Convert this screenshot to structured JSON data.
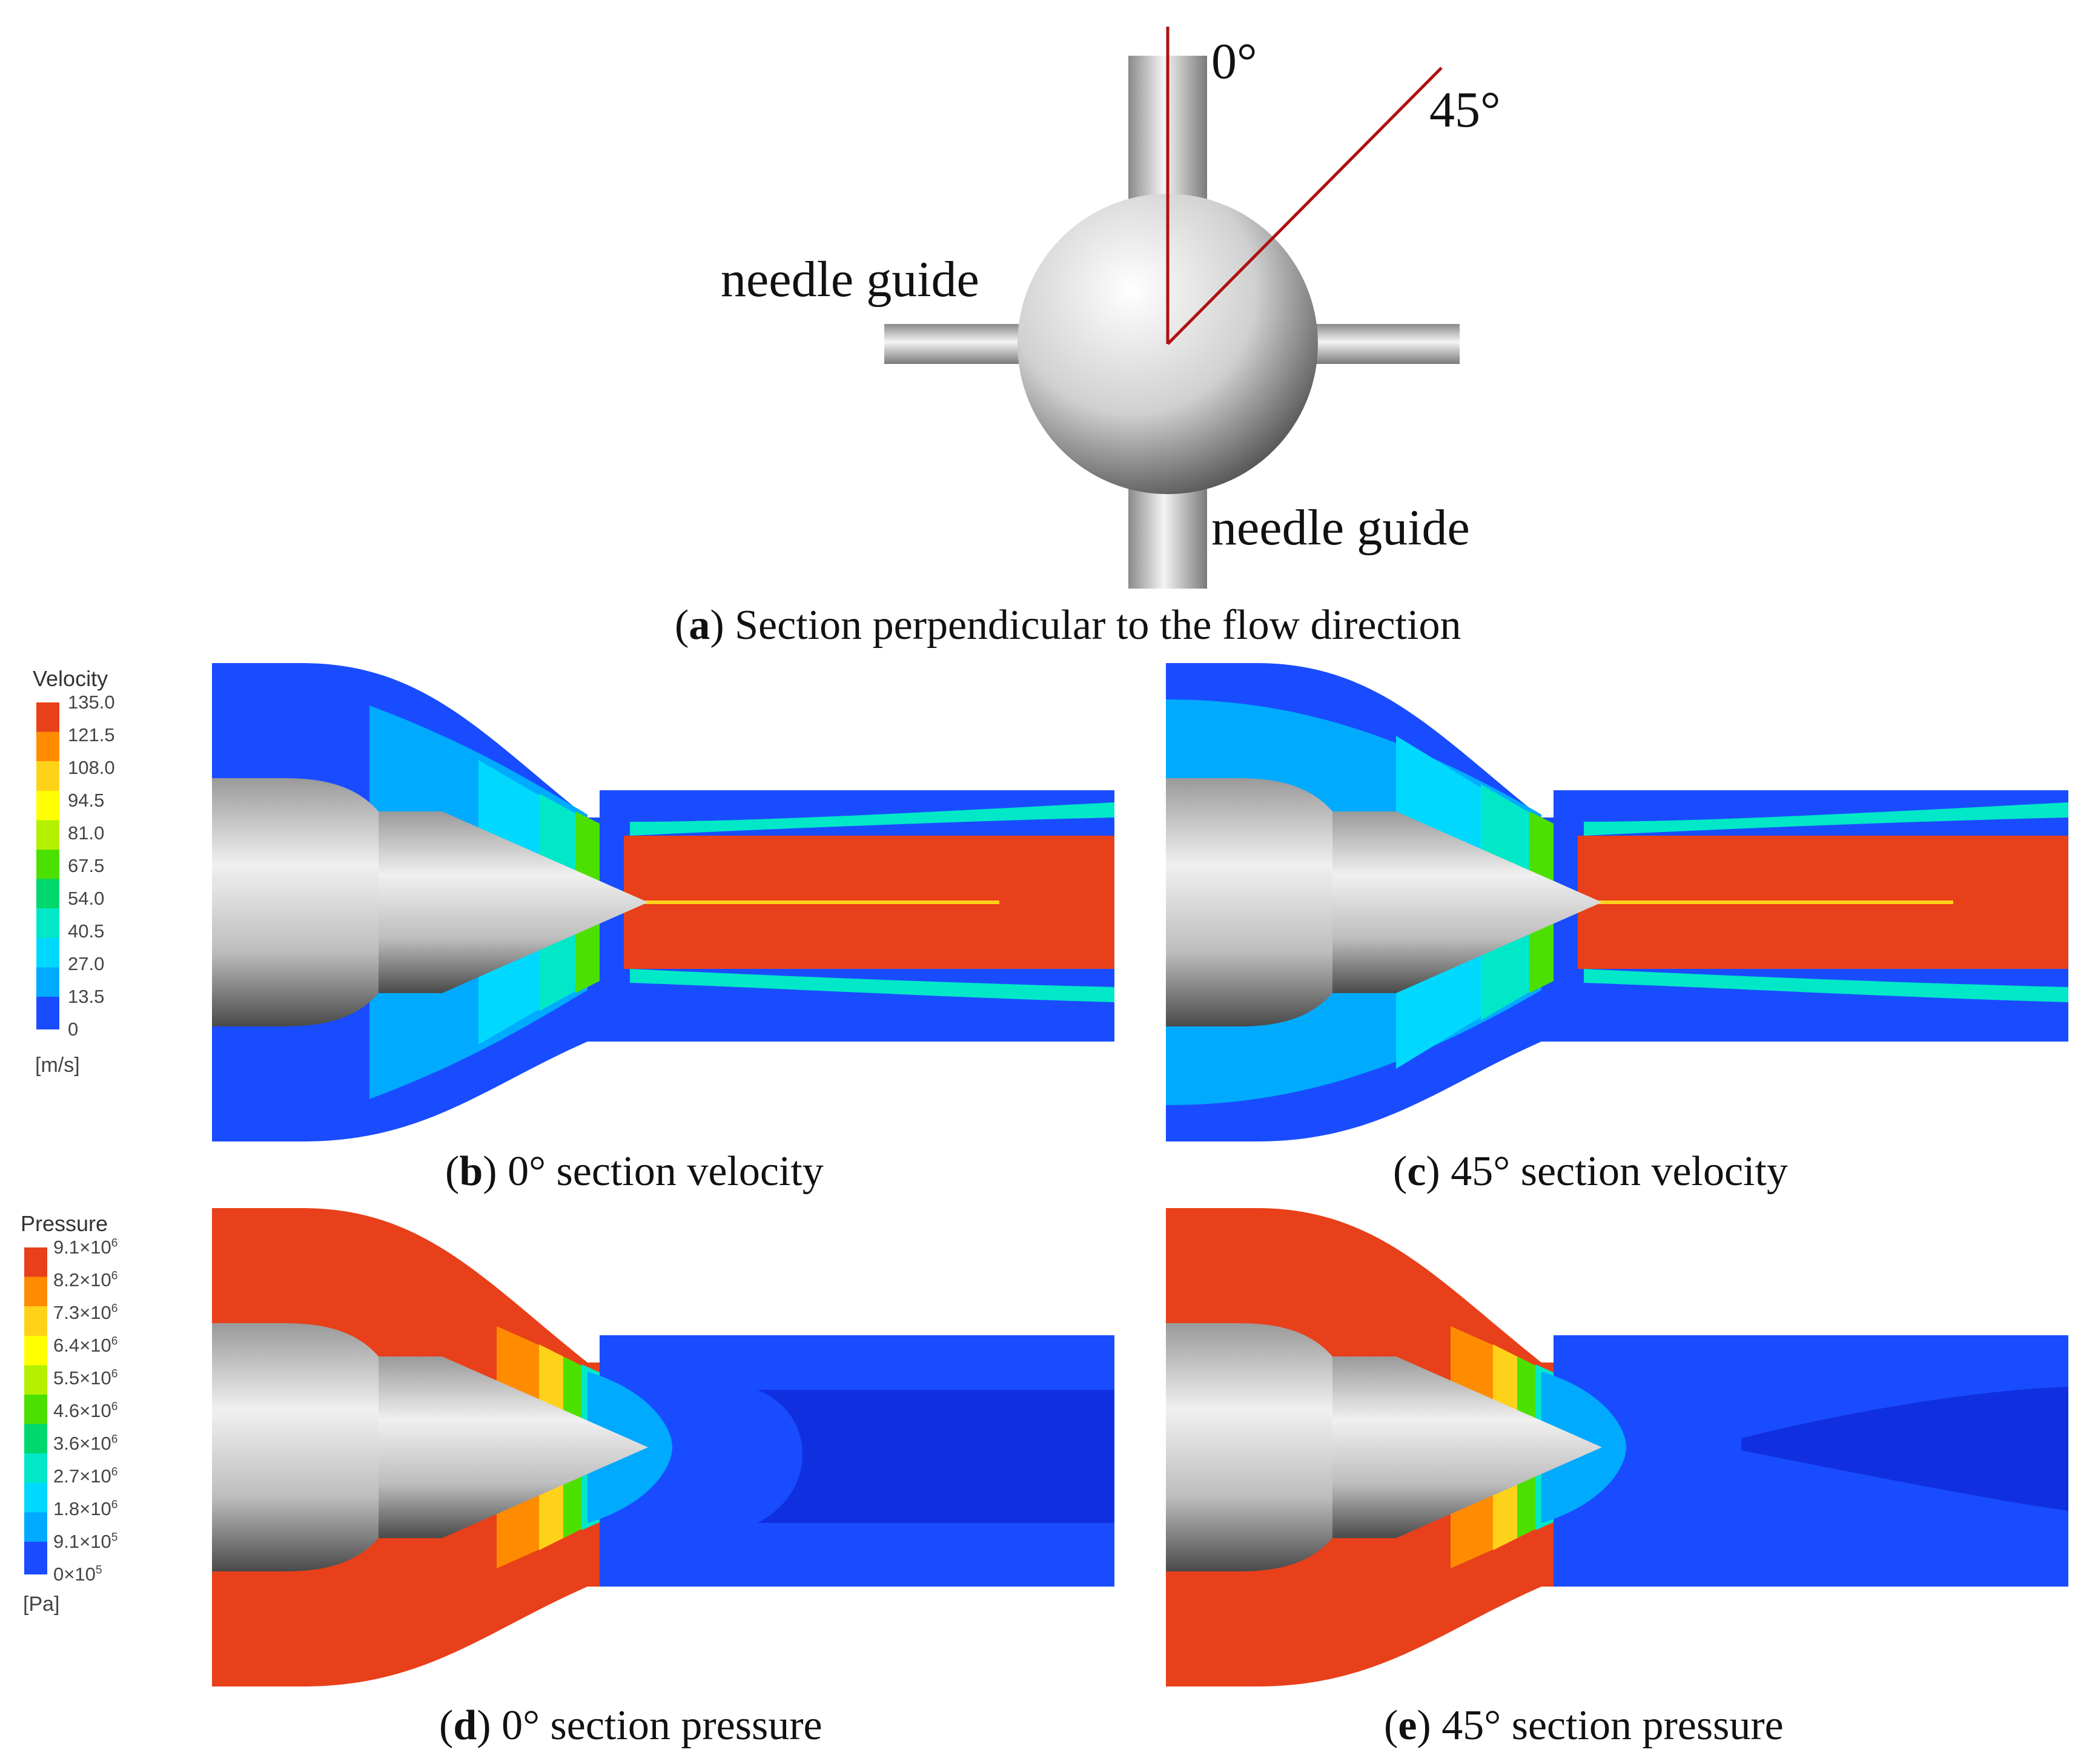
{
  "panel_a": {
    "angle_0": "0°",
    "angle_45": "45°",
    "needle_guide_left": "needle guide",
    "needle_guide_right": "needle guide",
    "caption_letter": "a",
    "caption_text": "Section perpendicular to the flow direction"
  },
  "panel_b": {
    "caption_letter": "b",
    "caption_text": "0° section velocity"
  },
  "panel_c": {
    "caption_letter": "c",
    "caption_text": "45° section velocity"
  },
  "panel_d": {
    "caption_letter": "d",
    "caption_text": "0° section pressure"
  },
  "panel_e": {
    "caption_letter": "e",
    "caption_text": "45° section pressure"
  },
  "velocity_legend": {
    "title": "Velocity",
    "unit": "[m/s]",
    "ticks": [
      "135.0",
      "121.5",
      "108.0",
      "94.5",
      "81.0",
      "67.5",
      "54.0",
      "40.5",
      "27.0",
      "13.5",
      "0"
    ]
  },
  "pressure_legend": {
    "title": "Pressure",
    "unit": "[Pa]",
    "ticks": [
      {
        "m": "9.1×10",
        "e": "6"
      },
      {
        "m": "8.2×10",
        "e": "6"
      },
      {
        "m": "7.3×10",
        "e": "6"
      },
      {
        "m": "6.4×10",
        "e": "6"
      },
      {
        "m": "5.5×10",
        "e": "6"
      },
      {
        "m": "4.6×10",
        "e": "6"
      },
      {
        "m": "3.6×10",
        "e": "6"
      },
      {
        "m": "2.7×10",
        "e": "6"
      },
      {
        "m": "1.8×10",
        "e": "6"
      },
      {
        "m": "9.1×10",
        "e": "5"
      },
      {
        "m": "0×10",
        "e": "5"
      }
    ]
  },
  "colors": {
    "contour_scale": [
      "#e8401a",
      "#ff8c00",
      "#ffd21a",
      "#ffff00",
      "#b4f000",
      "#4ce000",
      "#00d86e",
      "#00e8c8",
      "#00d8ff",
      "#00aaff",
      "#1a4cff"
    ],
    "axis_line": "#b01010"
  }
}
